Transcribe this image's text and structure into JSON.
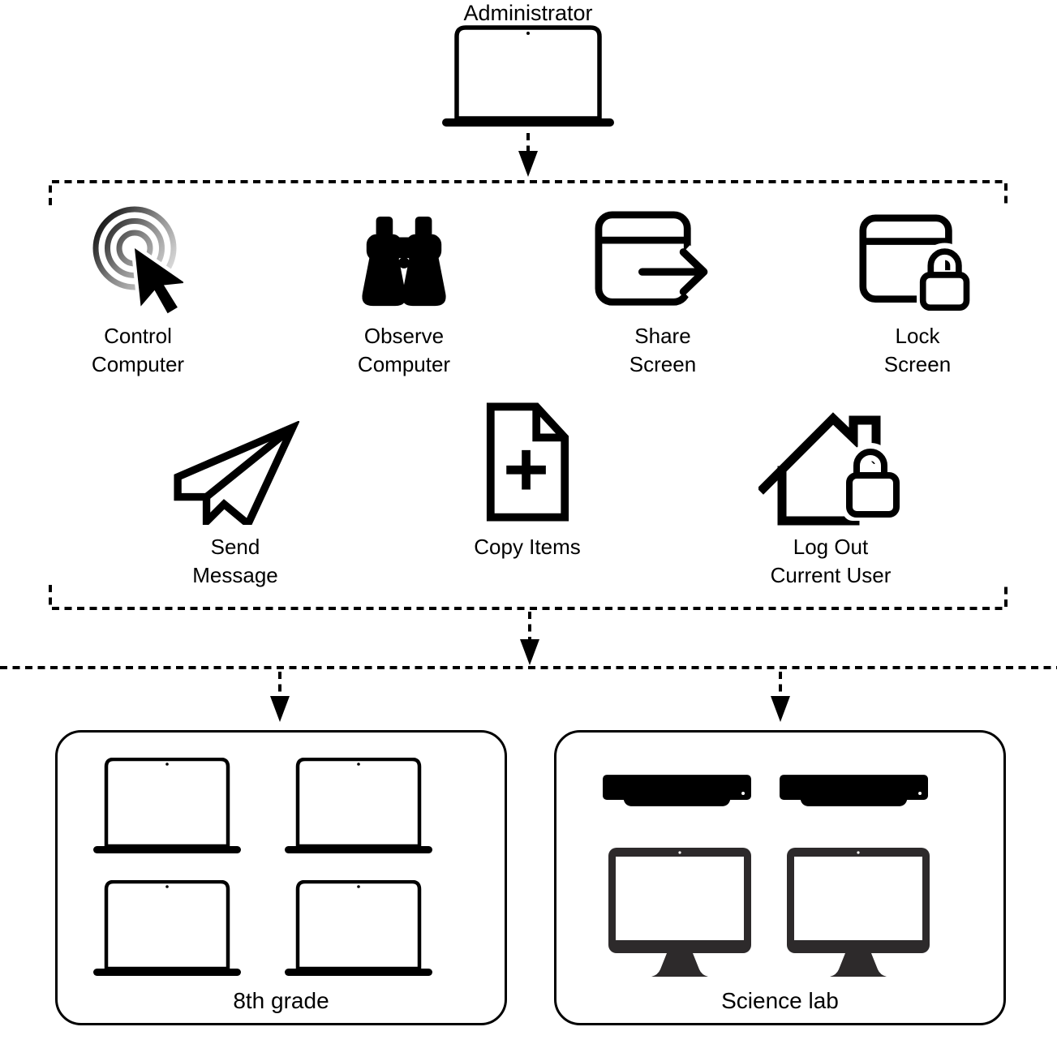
{
  "administrator": {
    "label": "Administrator",
    "icon": "laptop"
  },
  "actions": {
    "row1": [
      {
        "line1": "Control",
        "line2": "Computer",
        "icon": "click-ripple-cursor"
      },
      {
        "line1": "Observe",
        "line2": "Computer",
        "icon": "binoculars"
      },
      {
        "line1": "Share",
        "line2": "Screen",
        "icon": "window-with-export-arrow"
      },
      {
        "line1": "Lock",
        "line2": "Screen",
        "icon": "window-with-padlock"
      }
    ],
    "row2": [
      {
        "line1": "Send",
        "line2": "Message",
        "icon": "paper-plane"
      },
      {
        "line1": "Copy Items",
        "line2": "",
        "icon": "document-with-plus"
      },
      {
        "line1": "Log Out",
        "line2": "Current User",
        "icon": "house-with-padlock"
      }
    ]
  },
  "groups": [
    {
      "label": "8th grade",
      "devices": [
        {
          "type": "open-laptop",
          "count": 4
        }
      ]
    },
    {
      "label": "Science lab",
      "devices": [
        {
          "type": "closed-laptop",
          "count": 2
        },
        {
          "type": "desktop-monitor",
          "count": 2
        }
      ]
    }
  ],
  "colors": {
    "ink": "#000000",
    "background": "#ffffff",
    "desktop_fill": "#2d2a2b",
    "ripple_gradient_start": "#000000",
    "ripple_gradient_end": "#dddddd"
  }
}
